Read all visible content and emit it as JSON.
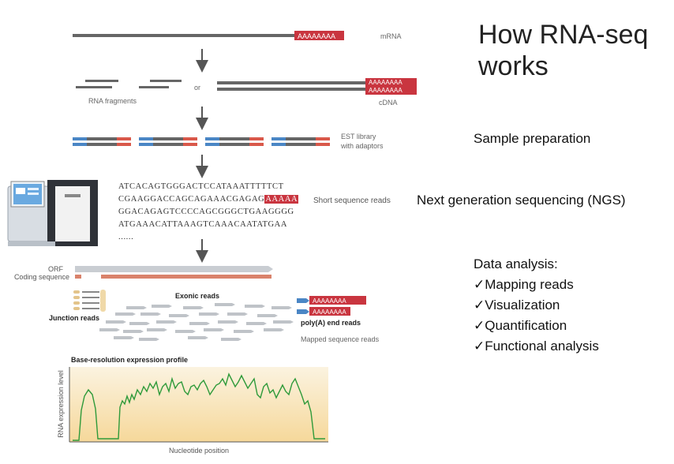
{
  "title": {
    "line1": "How RNA-seq",
    "line2": "works"
  },
  "diagram": {
    "mrna_label": "mRNA",
    "polya_text": "AAAAAAAA",
    "or_text": "or",
    "rna_fragments_label": "RNA fragments",
    "cdna_label": "cDNA",
    "est_label_1": "EST library",
    "est_label_2": "with adaptors",
    "short_reads_label": "Short sequence reads",
    "seq_lines": [
      "ATCACAGTGGGACTCCATAAATTTTTCT",
      "CGAAGGACCAGCAGAAACGAGAG",
      "GGACAGAGTCCCCAGCGGGCTGAAGGGG",
      "ATGAAACATTAAAGTCAAACAATATGAA",
      "......"
    ],
    "seq_polya": "AAAAA",
    "orf_label": "ORF",
    "coding_label": "Coding sequence",
    "exonic_label": "Exonic reads",
    "junction_label": "Junction reads",
    "polya_reads_label": "poly(A) end reads",
    "mapped_label": "Mapped sequence reads",
    "mapped_polya": "AAAAAAAA"
  },
  "profile": {
    "title": "Base-resolution expression profile",
    "ylabel": "RNA expression level",
    "xlabel": "Nucleotide position"
  },
  "steps": {
    "sample_prep": "Sample preparation",
    "ngs": "Next generation sequencing (NGS)",
    "analysis_title": "Data analysis:",
    "analysis_items": [
      "Mapping reads",
      "Visualization",
      "Quantification",
      "Functional analysis"
    ],
    "check": "✓"
  },
  "colors": {
    "strand": "#666666",
    "polya": "#c9353f",
    "adaptor_blue": "#4a86c5",
    "adaptor_red": "#d9584a",
    "step_arrow": "#4472c4",
    "profile_line": "#2e9a3a"
  }
}
